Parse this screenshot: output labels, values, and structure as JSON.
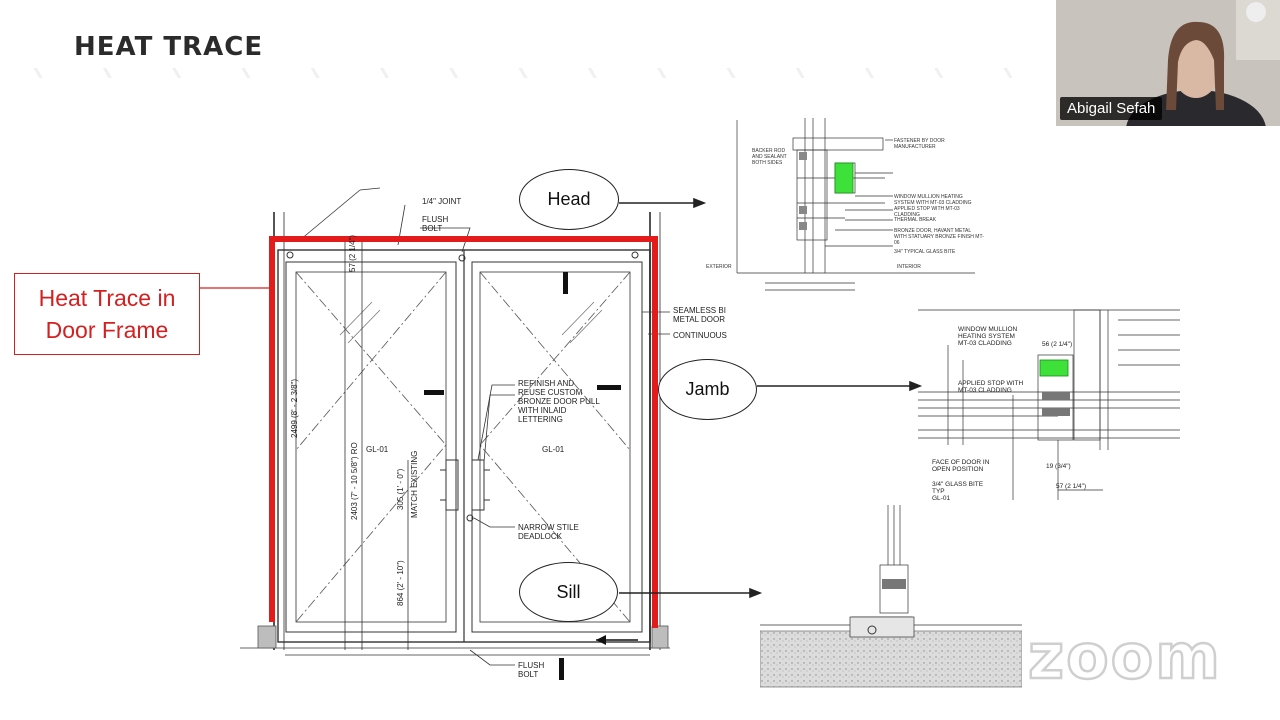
{
  "slide": {
    "title": "HEAT TRACE",
    "callout": "Heat Trace in Door Frame",
    "bubbles": {
      "head": "Head",
      "jamb": "Jamb",
      "sill": "Sill"
    },
    "drawing_labels": {
      "joint": "1/4\" JOINT",
      "flush_bolt_top_1": "FLUSH",
      "flush_bolt_top_2": "BOLT",
      "seamless_1": "SEAMLESS BI",
      "seamless_2": "METAL DOOR",
      "continuous": "CONTINUOUS",
      "refinish_1": "REFINISH AND",
      "refinish_2": "REUSE CUSTOM",
      "refinish_3": "BRONZE DOOR PULL",
      "refinish_4": "WITH INLAID",
      "refinish_5": "LETTERING",
      "narrow_1": "NARROW STILE",
      "narrow_2": "DEADLOCK",
      "flush_bolt_bot_1": "FLUSH",
      "flush_bolt_bot_2": "BOLT",
      "gl_left": "GL-01",
      "gl_right": "GL-01",
      "dim_2499": "2499 (8' - 2 3/8\")",
      "dim_2403": "2403 (7' - 10 5/8\") RO",
      "dim_305": "305 (1' - 0\")",
      "match_existing": "MATCH EXISTING",
      "dim_864": "864 (2' - 10\")",
      "dim_57_top": "57 (2 1/4\")"
    },
    "jamb_labels": {
      "mullion_1": "WINDOW MULLION",
      "mullion_2": "HEATING SYSTEM",
      "mullion_3": "MT-03 CLADDING",
      "applied_1": "APPLIED STOP WITH",
      "applied_2": "MT-03 CLADDING",
      "face_1": "FACE OF DOOR IN",
      "face_2": "OPEN POSITION",
      "glass_1": "3/4\" GLASS BITE",
      "glass_2": "TYP",
      "glass_3": "GL-01",
      "dim_56": "56 (2 1/4\")",
      "dim_19": "19 (3/4\")",
      "dim_57": "57 (2 1/4\")"
    },
    "head_labels": {
      "exterior": "EXTERIOR",
      "interior": "INTERIOR",
      "fastener": "FASTENER BY DOOR MANUFACTURER",
      "backer": "BACKER ROD AND SEALANT BOTH SIDES",
      "mullion": "WINDOW MULLION HEATING SYSTEM WITH MT-03 CLADDING",
      "applied": "APPLIED STOP WITH MT-03 CLADDING",
      "thermal": "THERMAL BREAK",
      "bronze": "BRONZE DOOR, HAVANT METAL WITH STATUARY BRONZE FINISH MT-06",
      "glass": "3/4\" TYPICAL GLASS BITE"
    }
  },
  "participant": {
    "name": "Abigail Sefah"
  },
  "branding": {
    "logo": "zoom"
  },
  "colors": {
    "heat_trace": "#e41b1b",
    "highlight": "#3ee03a"
  }
}
